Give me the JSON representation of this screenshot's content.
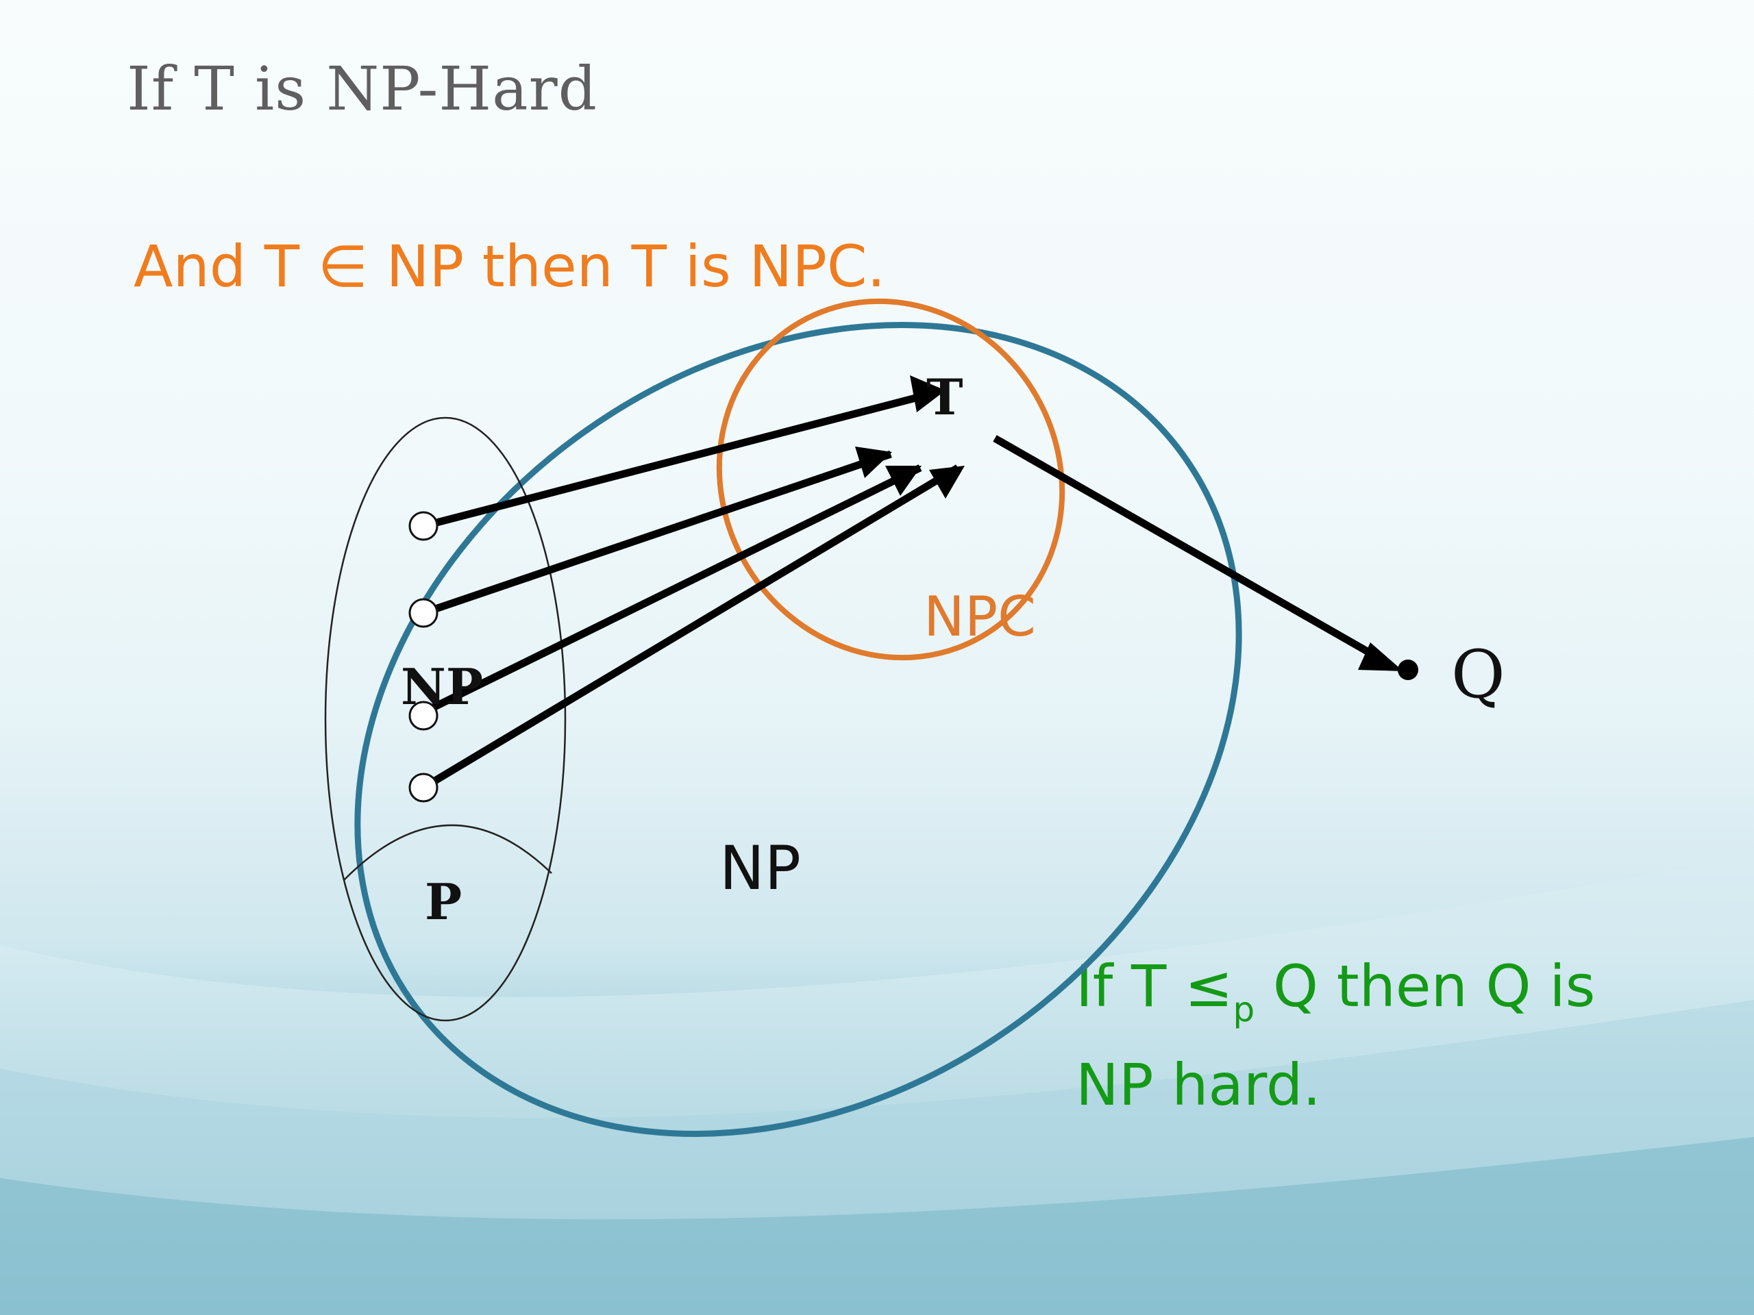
{
  "title": "If T is NP-Hard",
  "subtitle": "And T ∈ NP then T is NPC.",
  "note": {
    "line1_pre": "If T ",
    "leq": "≤",
    "sub": "p",
    "line1_post": " Q then Q is",
    "line2": "NP hard."
  },
  "diagram": {
    "label_np_inner": "NP",
    "label_p": "P",
    "label_npc": "NPC",
    "label_t": "T",
    "label_np_outer": "NP",
    "label_q": "Q"
  },
  "colors": {
    "title": "#5f5f5f",
    "subtitle": "#f07c1e",
    "note": "#149a16",
    "np_ellipse": "#2e7896",
    "npc_ellipse": "#e07a2c",
    "arrows": "#000000"
  }
}
